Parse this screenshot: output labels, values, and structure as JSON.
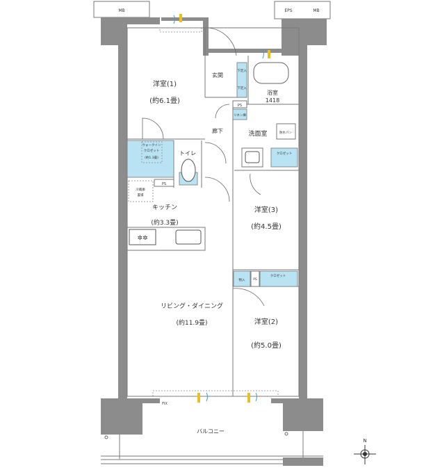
{
  "plan": {
    "top_left_box": "MB",
    "top_right_box_1": "EPS",
    "top_right_box_2": "MB",
    "rooms": {
      "western1_name": "洋室(1)",
      "western1_size": "(約6.1畳)",
      "entrance": "玄関",
      "shoe_cabinet_1": "下足入",
      "shoe_cabinet_2": "下足入",
      "bath_name": "浴室",
      "bath_size": "1418",
      "ps_1": "PS",
      "linen": "リネン庫",
      "hallway": "廊下",
      "washroom": "洗面室",
      "waterproof_pan": "防水パン",
      "closet_wash": "クロゼット",
      "wic_1": "ウォークイン",
      "wic_2": "クロゼット",
      "wic_3": "(約1.3畳)",
      "toilet": "トイレ",
      "ps_2": "PS",
      "fridge_1": "冷蔵庫",
      "fridge_2": "置場",
      "kitchen_name": "キッチン",
      "kitchen_size": "(約3.3畳)",
      "western3_name": "洋室(3)",
      "western3_size": "(約4.5畳)",
      "storage": "物入",
      "ps_3": "PS",
      "closet_3": "クロゼット",
      "ld_name": "リビング・ダイニング",
      "ld_size": "(約11.9畳)",
      "western2_name": "洋室(2)",
      "western2_size": "(約5.0畳)",
      "fix": "FIX",
      "balcony": "バルコニー"
    },
    "compass_label": "N",
    "colors": {
      "wall": "#8c8c8c",
      "storage": "#b9e3f2",
      "ventilation_yellow": "#e8c020",
      "ventilation_blue": "#3b9bd0"
    }
  }
}
